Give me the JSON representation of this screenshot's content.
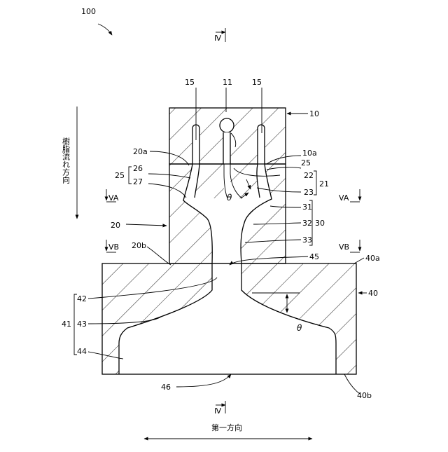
{
  "figure": {
    "assembly_ref": "100",
    "section_marker_top": "Ⅳ",
    "section_marker_bottom": "Ⅳ",
    "section_va": "VA",
    "section_vb": "VB",
    "flow_direction_label": "樹脂流れ方向",
    "first_direction_label": "第一方向",
    "angle_symbol": "θ"
  },
  "labels": {
    "l10": "10",
    "l10a": "10a",
    "l11": "11",
    "l15a": "15",
    "l15b": "15",
    "l20": "20",
    "l20a": "20a",
    "l20b": "20b",
    "l21": "21",
    "l22": "22",
    "l23": "23",
    "l25_left": "25",
    "l25_right": "25",
    "l26": "26",
    "l27": "27",
    "l30": "30",
    "l31": "31",
    "l32": "32",
    "l33": "33",
    "l40": "40",
    "l40a": "40a",
    "l40b": "40b",
    "l41": "41",
    "l42": "42",
    "l43": "43",
    "l44": "44",
    "l45": "45",
    "l46": "46"
  }
}
